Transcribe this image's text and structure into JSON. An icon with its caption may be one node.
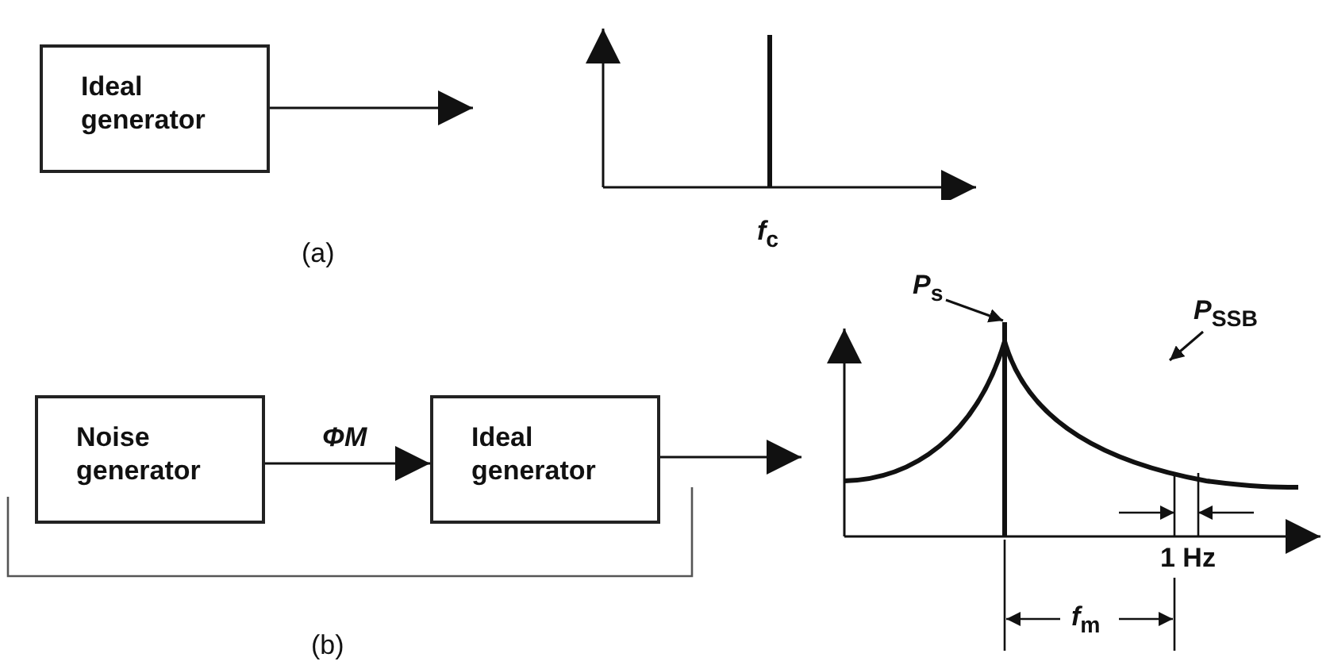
{
  "diagram": {
    "nodes": [
      {
        "text": [
          "Ideal generator"
        ]
      },
      {
        "text": [],
        "shape": "picture",
        "beside": [
          "*f*$_{c}$"
        ]
      },
      {
        "text": [
          "Noise generator"
        ]
      },
      {
        "text": [
          "Ideal generator"
        ]
      },
      {
        "text": [
          "*P*$_{s}$"
        ]
      },
      {
        "text": [
          "*P*$_{SSB}$"
        ]
      },
      {
        "text": [],
        "shape": "picture"
      }
    ],
    "edges": [
      {
        "from": 0,
        "to": 1,
        "arrow": "to"
      },
      {
        "from": 2,
        "to": 3,
        "arrow": "to",
        "label": "ΦM"
      },
      {
        "from": 3,
        "to": 6,
        "arrow": "to"
      },
      {
        "from": 4,
        "to": 6,
        "arrow": "to"
      },
      {
        "from": 5,
        "to": 6,
        "arrow": "to"
      }
    ],
    "labels": [
      "(a)",
      "1 Hz",
      "*f*$_{m}$",
      "(b)"
    ]
  }
}
